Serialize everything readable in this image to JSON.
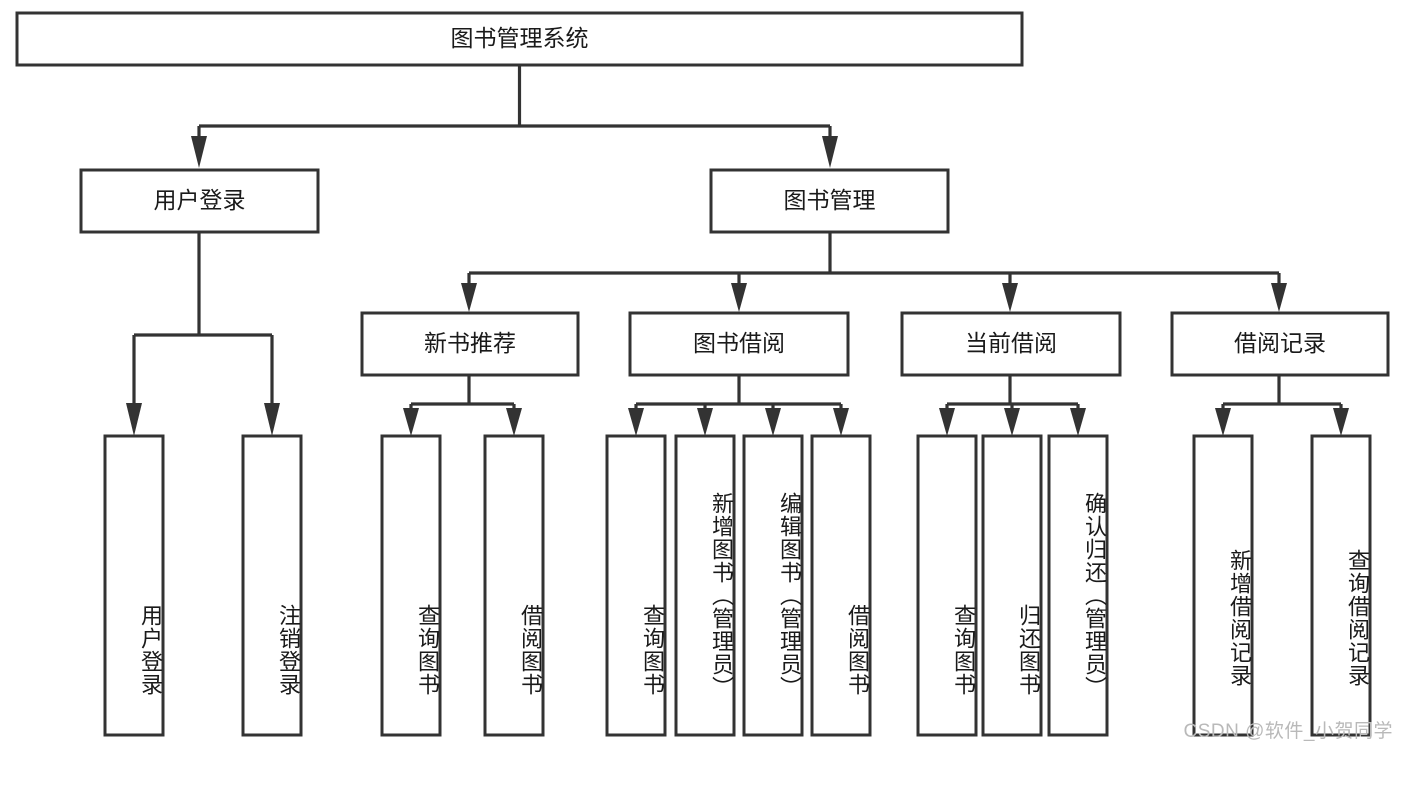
{
  "diagram": {
    "type": "hierarchy-tree",
    "title": "图书管理系统",
    "root": {
      "id": "root",
      "label": "图书管理系统"
    },
    "level2": [
      {
        "id": "user-login",
        "label": "用户登录"
      },
      {
        "id": "book-manage",
        "label": "图书管理"
      }
    ],
    "level3": [
      {
        "id": "new-book-recommend",
        "label": "新书推荐",
        "parent": "book-manage"
      },
      {
        "id": "book-borrow",
        "label": "图书借阅",
        "parent": "book-manage"
      },
      {
        "id": "current-borrow",
        "label": "当前借阅",
        "parent": "book-manage"
      },
      {
        "id": "borrow-record",
        "label": "借阅记录",
        "parent": "book-manage"
      }
    ],
    "leaves": [
      {
        "id": "leaf-user-login",
        "label": "用户登录",
        "parent": "user-login"
      },
      {
        "id": "leaf-logout",
        "label": "注销登录",
        "parent": "user-login"
      },
      {
        "id": "leaf-query-book-1",
        "label": "查询图书",
        "parent": "new-book-recommend"
      },
      {
        "id": "leaf-borrow-book-1",
        "label": "借阅图书",
        "parent": "new-book-recommend"
      },
      {
        "id": "leaf-query-book-2",
        "label": "查询图书",
        "parent": "book-borrow"
      },
      {
        "id": "leaf-add-book",
        "label": "新增图书（管理员）",
        "parent": "book-borrow"
      },
      {
        "id": "leaf-edit-book",
        "label": "编辑图书（管理员）",
        "parent": "book-borrow"
      },
      {
        "id": "leaf-borrow-book-2",
        "label": "借阅图书",
        "parent": "book-borrow"
      },
      {
        "id": "leaf-query-book-3",
        "label": "查询图书",
        "parent": "current-borrow"
      },
      {
        "id": "leaf-return-book",
        "label": "归还图书",
        "parent": "current-borrow"
      },
      {
        "id": "leaf-confirm-return",
        "label": "确认归还（管理员）",
        "parent": "current-borrow"
      },
      {
        "id": "leaf-add-record",
        "label": "新增借阅记录",
        "parent": "borrow-record"
      },
      {
        "id": "leaf-query-record",
        "label": "查询借阅记录",
        "parent": "borrow-record"
      }
    ],
    "colors": {
      "box_fill": "#ffffff",
      "box_stroke": "#333333",
      "text": "#1a1a1a",
      "connector": "#333333",
      "watermark": "#b9b9b9",
      "background": "#ffffff"
    }
  },
  "watermark": {
    "text": "CSDN @软件_小贺同学"
  }
}
